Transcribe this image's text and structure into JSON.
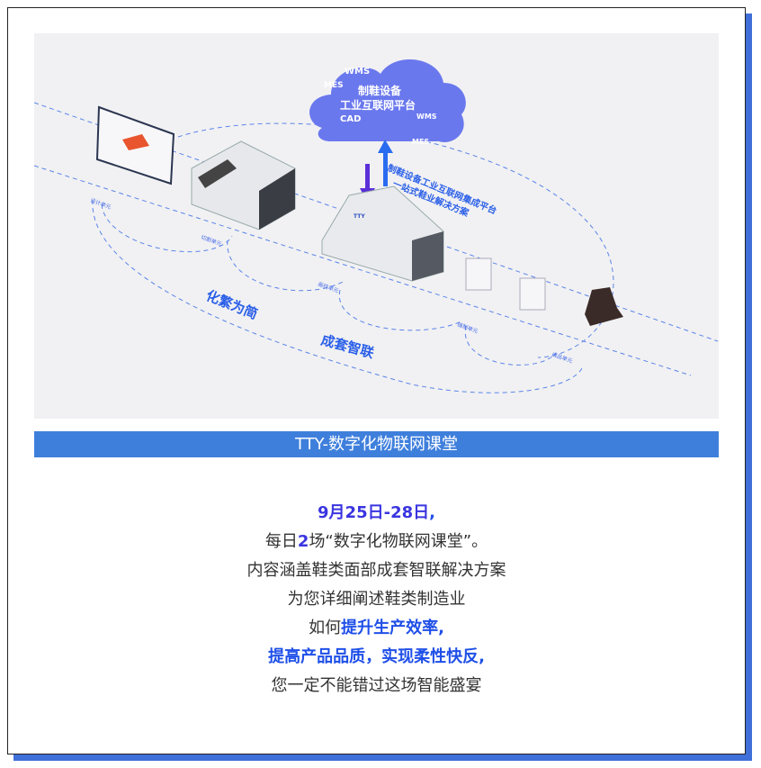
{
  "hero": {
    "cloud": {
      "lines": [
        "WMS",
        "MES",
        "制鞋设备",
        "工业互联网平台",
        "WMS",
        "CAD",
        "MES"
      ]
    },
    "platform_caption": [
      "制鞋设备工业互联网集成平台",
      "一站式鞋业解决方案"
    ],
    "units": [
      "设计单元",
      "切割单元",
      "画线单元",
      "缝制单元",
      "成品单元"
    ],
    "slogans": [
      "化繁为简",
      "成套智联"
    ],
    "machine_brand": "TTY"
  },
  "banner": {
    "title": "TTY-数字化物联网课堂"
  },
  "article": {
    "line1": {
      "date": "9月25日-28日",
      "tail": ","
    },
    "line2": {
      "pre": "每日",
      "num": "2",
      "post": "场“数字化物联网课堂”。"
    },
    "line3": "内容涵盖鞋类面部成套智联解决方案",
    "line4": "为您详细阐述鞋类制造业",
    "line5": {
      "pre": "如何",
      "highlight": "提升生产效率,"
    },
    "line6": "提高产品品质，实现柔性快反,",
    "line7": "您一定不能错过这场智能盛宴"
  },
  "colors": {
    "accent": "#3f7fdc",
    "highlight": "#3a35e0",
    "shadow": "#3f6fd8"
  }
}
